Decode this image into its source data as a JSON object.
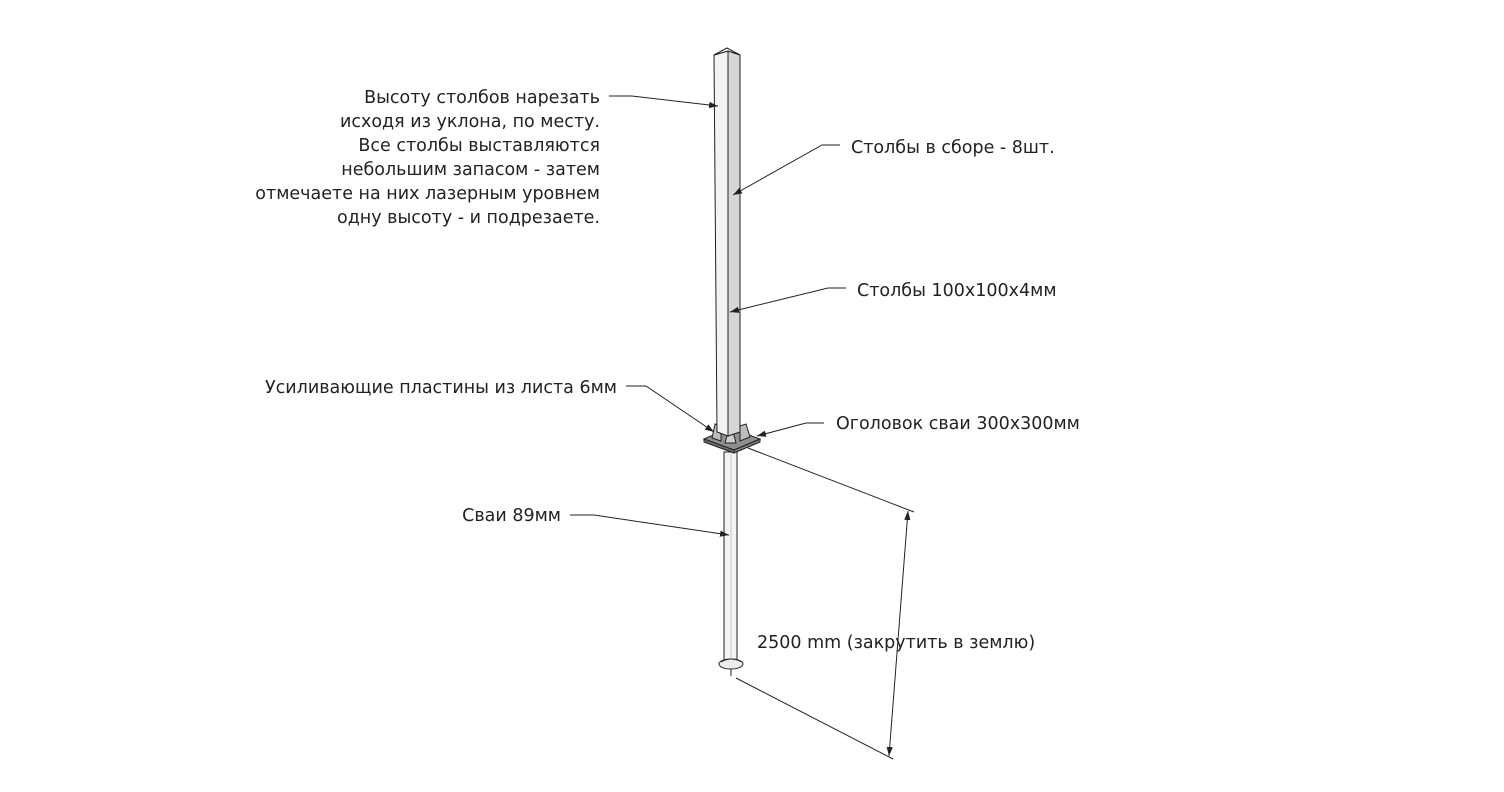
{
  "colors": {
    "ink": "#222222",
    "post_light": "#f3f3f3",
    "post_shade": "#d6d6d6",
    "plate": "#8f8f8f",
    "pile": "#f4f4f4"
  },
  "annotations": {
    "cut_note": [
      "Высоту столбов нарезать",
      "исходя из уклона, по месту.",
      "Все столбы выставляются",
      "небольшим запасом - затем",
      "отмечаете на них лазерным уровнем",
      "одну высоту - и подрезаете."
    ],
    "assembled_posts": "Столбы в сборе - 8шт.",
    "post_profile": "Столбы 100x100x4мм",
    "gussets": "Усиливающие пластины из листа 6мм",
    "pile_cap": "Оголовок сваи 300x300мм",
    "piles": "Сваи 89мм",
    "pile_depth": "2500 mm (закрутить в землю)"
  }
}
